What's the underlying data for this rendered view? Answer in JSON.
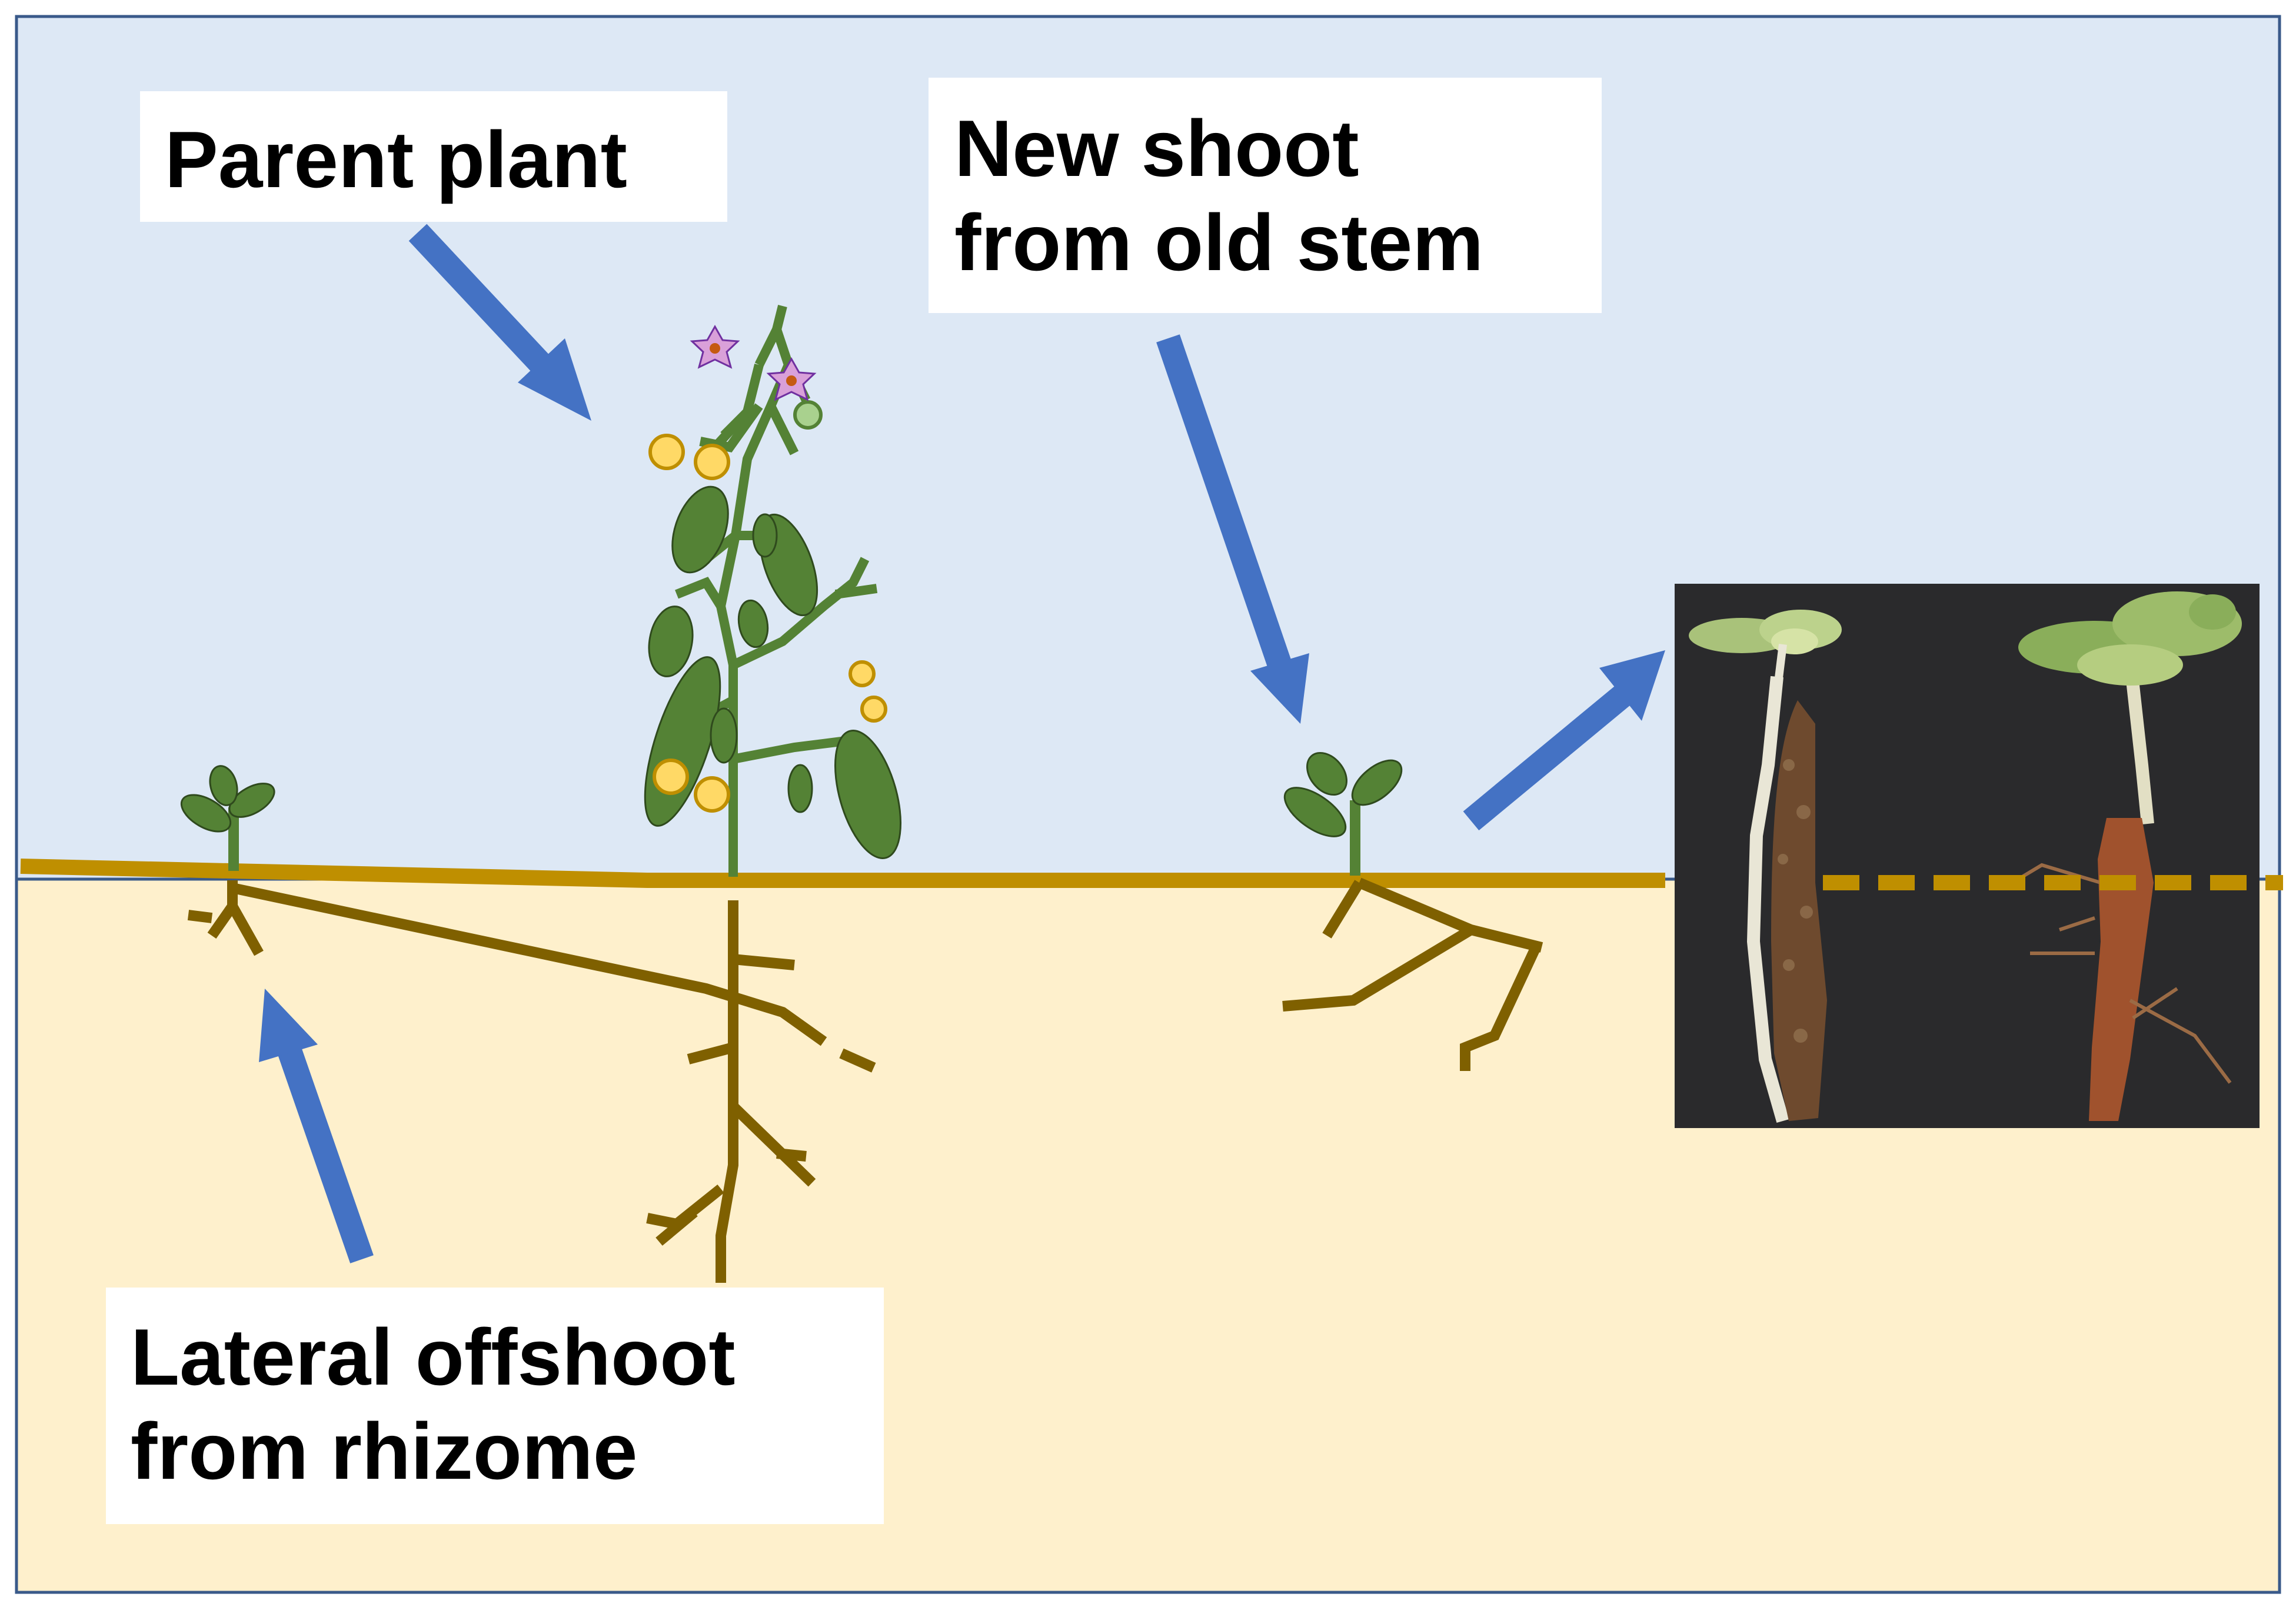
{
  "labels": {
    "parent_plant": "Parent plant",
    "new_shoot_line1": "New shoot",
    "new_shoot_line2": "from old stem",
    "lateral_line1": "Lateral offshoot",
    "lateral_line2": "from rhizome"
  },
  "colors": {
    "sky": "#dde8f5",
    "soil": "#fef0cc",
    "ground_line": "#bf8f00",
    "root": "#7f6000",
    "stem": "#548235",
    "leaf": "#548235",
    "arrow": "#4472c4",
    "fruit": "#ffd966",
    "flower": "#d9a0d9",
    "photo_bg": "#2a2a2c"
  },
  "icons": [
    "arrow-icon",
    "plant-icon",
    "seedling-icon",
    "photo-inset"
  ]
}
